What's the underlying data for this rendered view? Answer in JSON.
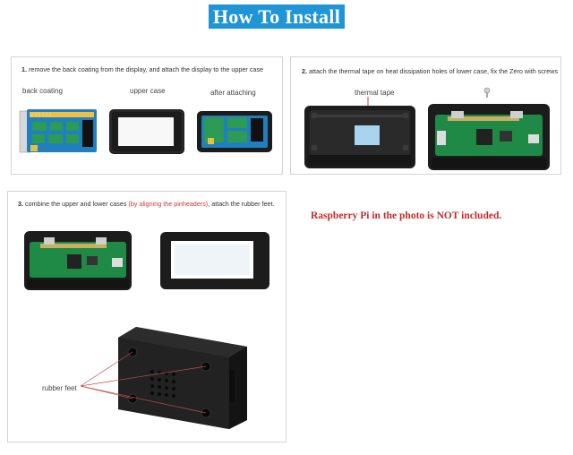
{
  "title": "How To Install",
  "step1": {
    "number": "1.",
    "text": "remove the back coating from the display, and attach the display to the upper case",
    "labels": [
      "back coating",
      "upper case",
      "after attaching"
    ]
  },
  "step2": {
    "number": "2.",
    "text": "attach the thermal tape on heat dissipation holes of lower case, fix the Zero with screws",
    "label": "thermal tape"
  },
  "step3": {
    "number": "3.",
    "text_before": "combine the upper and lower cases",
    "text_highlight": "(by aligning the pinheaders)",
    "text_after": ", attach the rubber feet.",
    "label": "rubber feet"
  },
  "note": "Raspberry Pi in the photo is NOT included.",
  "colors": {
    "banner": "#1f95d6",
    "note": "#c62a2a",
    "highlight": "#d33a2c",
    "pcb": "#1e8a45",
    "case": "#1c1c1c"
  }
}
